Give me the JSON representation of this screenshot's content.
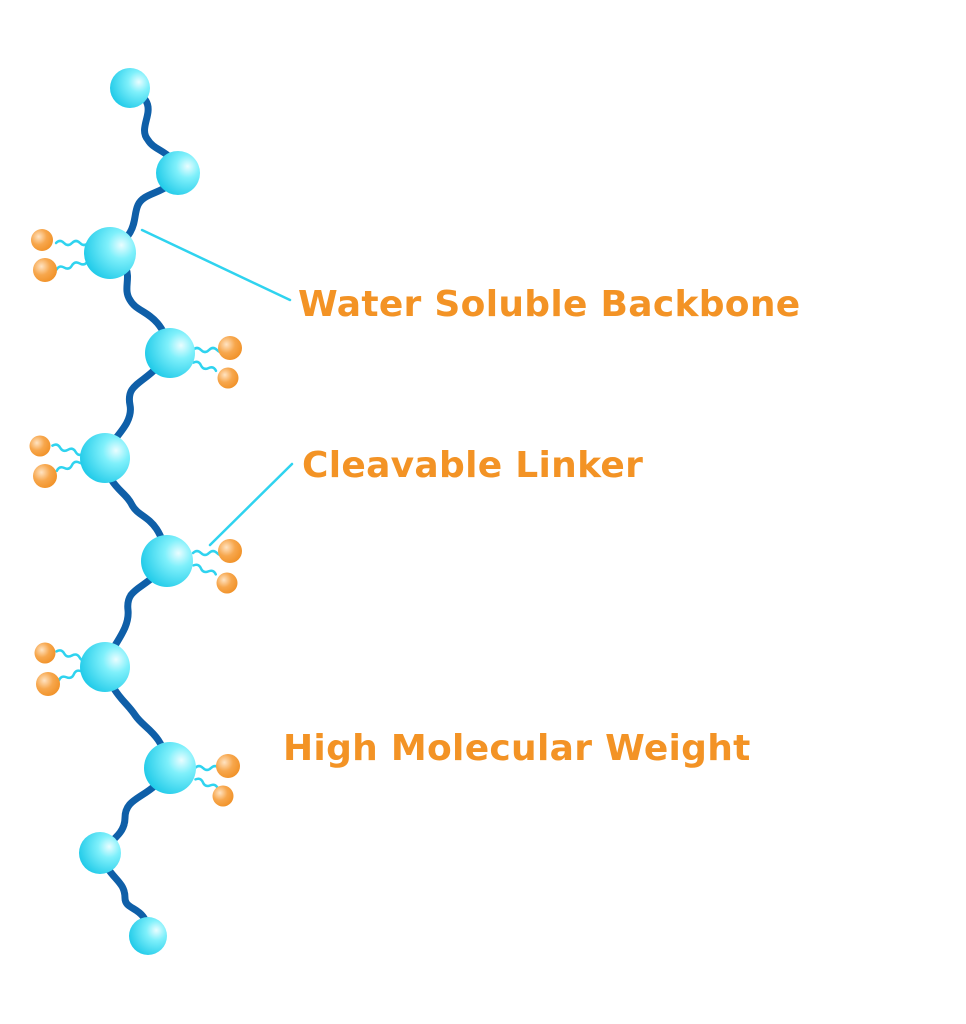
{
  "labels": {
    "backbone": "Water Soluble Backbone",
    "linker": "Cleavable Linker",
    "molecular_weight": "High Molecular Weight"
  },
  "colors": {
    "label_text": "#f39325",
    "backbone_chain": "#0f5fa8",
    "backbone_unit": "#2fd3ef",
    "linker": "#2fd3ef",
    "payload": "#f39325",
    "leader_line": "#2fd3ef"
  }
}
